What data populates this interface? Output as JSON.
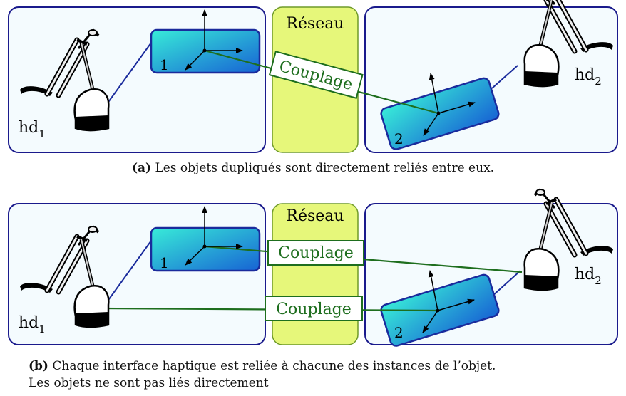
{
  "network_label": "Réseau",
  "coupling_label": "Couplage",
  "objects": {
    "obj1": "1",
    "obj2": "2"
  },
  "devices": {
    "hd1_base": "hd",
    "hd1_sub": "1",
    "hd2_base": "hd",
    "hd2_sub": "2"
  },
  "captions": {
    "a_tag": "(a)",
    "a_text": "Les objets dupliqués sont directement reliés entre eux.",
    "b_tag": "(b)",
    "b_text_line1": "Chaque interface haptique est reliée à chacune des instances de l’objet.",
    "b_text_line2": "Les objets ne sont pas liés directement"
  },
  "colors": {
    "site_border": "#1a1a8c",
    "site_fill": "#f4fbfe",
    "network_fill": "#e6f77a",
    "network_border": "#6f9a2a",
    "coupling_line": "#1e6e1e",
    "object_border": "#1a2b9c",
    "object_grad_start": "#33e6d6",
    "object_grad_end": "#1a67d6"
  }
}
